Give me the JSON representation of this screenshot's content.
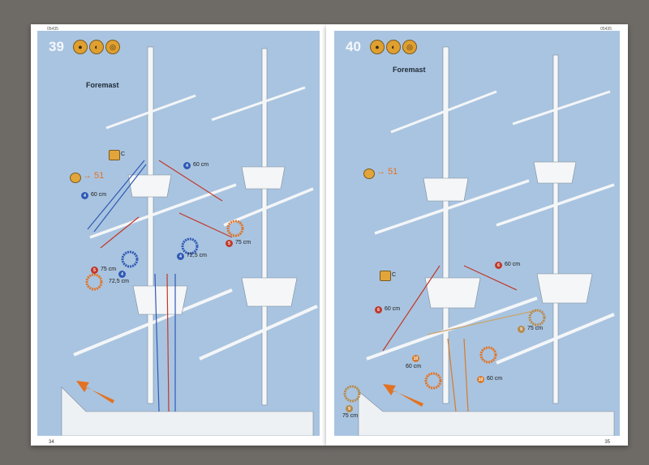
{
  "left_page": {
    "step": "39",
    "code": "05435",
    "title": "Foremast",
    "page_number": "34",
    "tool_icons": [
      "glue-icon",
      "clamp-icon",
      "rigging-icon"
    ],
    "part_ref": "C",
    "next_step": "51",
    "labels": {
      "blue_60": {
        "num": "4",
        "text": "60 cm"
      },
      "blue_60b": {
        "num": "4",
        "text": "60 cm"
      },
      "blue_72a": {
        "num": "4",
        "text": "72,5 cm"
      },
      "blue_72b": {
        "num": "4",
        "text": "72,5 cm"
      },
      "red_75a": {
        "num": "5",
        "text": "75 cm"
      },
      "red_75b": {
        "num": "5",
        "text": "75 cm"
      }
    }
  },
  "right_page": {
    "step": "40",
    "code": "05435",
    "title": "Foremast",
    "page_number": "35",
    "tool_icons": [
      "glue-icon",
      "clamp-icon",
      "rigging-icon"
    ],
    "part_ref": "C",
    "next_step": "51",
    "labels": {
      "red_60a": {
        "num": "6",
        "text": "60 cm"
      },
      "red_60b": {
        "num": "6",
        "text": "60 cm"
      },
      "tan_75a": {
        "num": "9",
        "text": "75 cm"
      },
      "or_60a": {
        "num": "10",
        "text": "60 cm"
      },
      "or_60b": {
        "num": "10",
        "text": "60 cm"
      },
      "tan_75b": {
        "num": "9",
        "text": "75 cm"
      }
    }
  }
}
